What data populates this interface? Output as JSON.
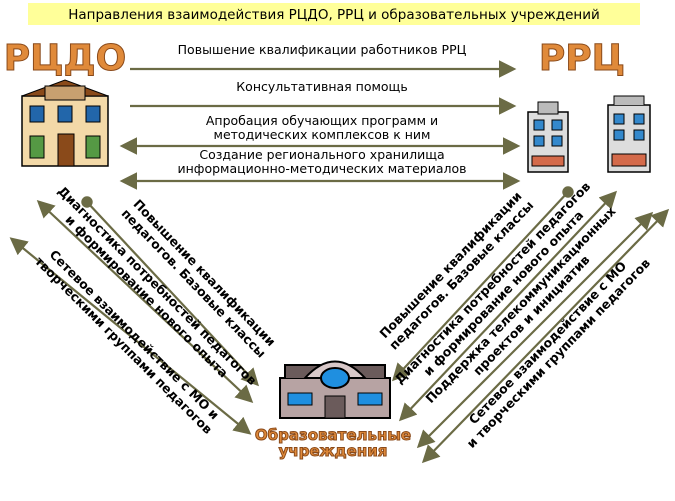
{
  "title": "Направления  взаимодействия РЦДО, РРЦ и образовательных учреждений",
  "nodes": {
    "left": "РЦДО",
    "right": "РРЦ",
    "bottom_line1": "Образовательные",
    "bottom_line2": "учреждения"
  },
  "top_arrows": [
    {
      "lines": [
        "Повышение квалификации работников РРЦ"
      ]
    },
    {
      "lines": [
        "Консультативная помощь"
      ]
    },
    {
      "lines": [
        "Апробация обучающих программ и",
        "методических комплексов к ним"
      ]
    },
    {
      "lines": [
        "Создание регионального хранилища",
        "информационно-методических материалов"
      ]
    }
  ],
  "left_arrows": [
    {
      "lines": [
        "Повышение квалификации",
        "педагогов. Базовые классы"
      ]
    },
    {
      "lines": [
        "Диагностика потребностей педагогов",
        "и формирование нового опыта"
      ]
    },
    {
      "lines": [
        "Сетевое взаимодействие с МО и",
        "творческими группами педагогов"
      ]
    }
  ],
  "right_arrows": [
    {
      "lines": [
        "Повышение квалификации",
        "педагогов. Базовые классы"
      ]
    },
    {
      "lines": [
        "Диагностика потребностей педагогов",
        "и формирование нового опыта"
      ]
    },
    {
      "lines": [
        "Поддержка телекоммуникационных",
        "проектов и инициатив"
      ]
    },
    {
      "lines": [
        "Сетевое взаимодействие с МО",
        "и творческими группами педагогов"
      ]
    }
  ],
  "colors": {
    "title_bg": "#ffff99",
    "label": "#e08a3a",
    "arrow": "#6b6b45"
  }
}
